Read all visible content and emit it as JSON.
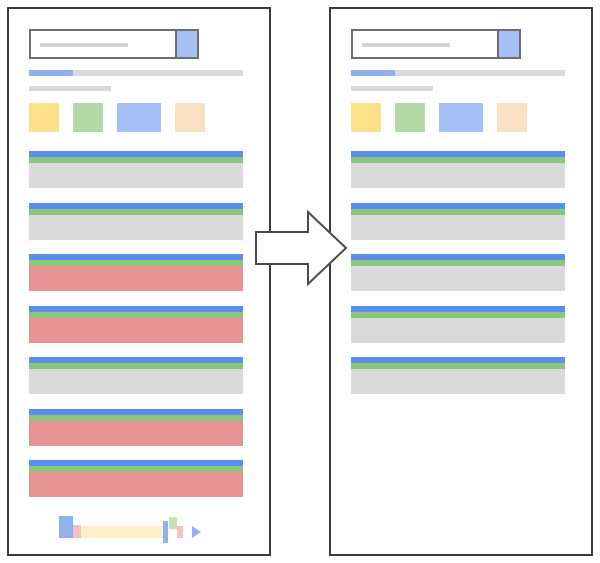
{
  "colors": {
    "panel_border": "#3a3a3a",
    "search_button": "#a4c0f4",
    "tab_active": "#8fb2ee",
    "title_blue": "#5b8def",
    "url_green": "#8cc67a",
    "body_gray": "#dadada",
    "body_red": "#e89393",
    "body_red_light": "#f3b5b5",
    "chip_yellow": "#fde08a",
    "chip_green": "#b4d8a6",
    "chip_blue": "#a4c0f4",
    "chip_peach": "#fbe1c4",
    "pager_blue": "#8fb2ee",
    "pager_pink": "#f5c1c1",
    "pager_cream": "#fdf0c8",
    "pager_green": "#c7e3b5",
    "arrow_stroke": "#4a4a4a"
  },
  "left_panel": {
    "chips": [
      "yellow",
      "green",
      "blue",
      "peach"
    ],
    "results": [
      "gray",
      "gray",
      "red",
      "red",
      "gray",
      "red",
      "red"
    ],
    "has_pager": true
  },
  "right_panel": {
    "chips": [
      "yellow",
      "green",
      "blue",
      "peach"
    ],
    "results": [
      "gray",
      "gray",
      "gray",
      "gray",
      "gray"
    ],
    "has_pager": false
  },
  "arrow": {
    "direction": "right",
    "icon": "right-arrow-icon"
  }
}
